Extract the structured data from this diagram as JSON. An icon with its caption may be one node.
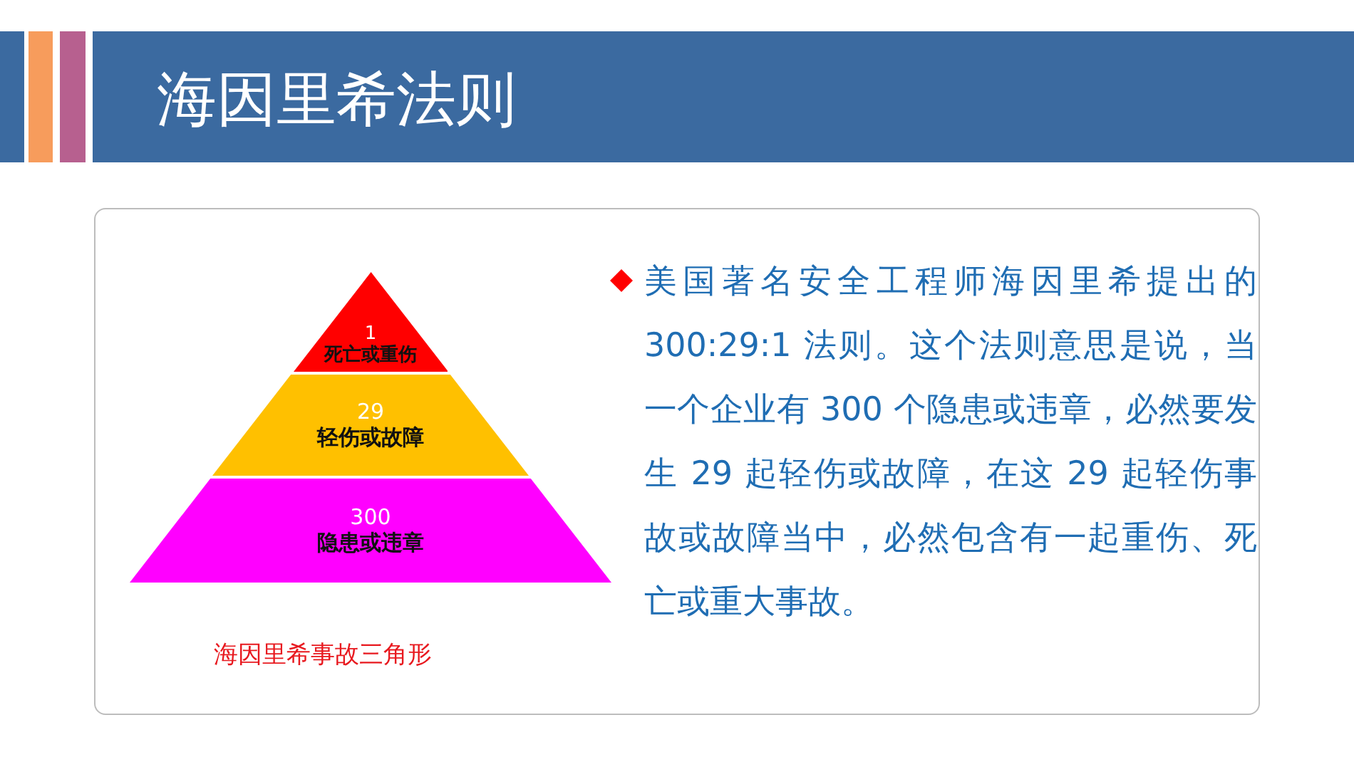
{
  "diagram": {
    "title": "海因里希法则",
    "caption": "海因里希事故三角形",
    "nodes": [
      {
        "text": [
          "1",
          "死亡或重伤"
        ]
      },
      {
        "text": [
          "29",
          "轻伤或故障"
        ]
      },
      {
        "text": [
          "300",
          "隐患或违章"
        ]
      }
    ],
    "labels": [
      "美国著名安全工程师海因里希提出的300:29:1 法则。这个法则意思是说，当一个企业有 300 个隐患或违章，必然要发生 29 起轻伤或故障，在这 29 起轻伤事故或故障当中，必然包含有一起重伤、死亡或重大事故。"
    ]
  }
}
